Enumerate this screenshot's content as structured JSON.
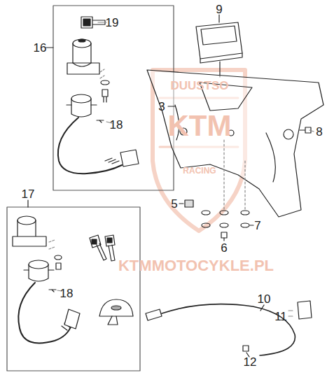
{
  "diagram": {
    "labels": [
      "19",
      "16",
      "9",
      "3",
      "8",
      "18",
      "5",
      "7",
      "6",
      "17",
      "18",
      "10",
      "11",
      "12",
      "DUUSTSO",
      "KTM",
      "RACING",
      "KTMMOTOCYKLE.PL"
    ]
  }
}
